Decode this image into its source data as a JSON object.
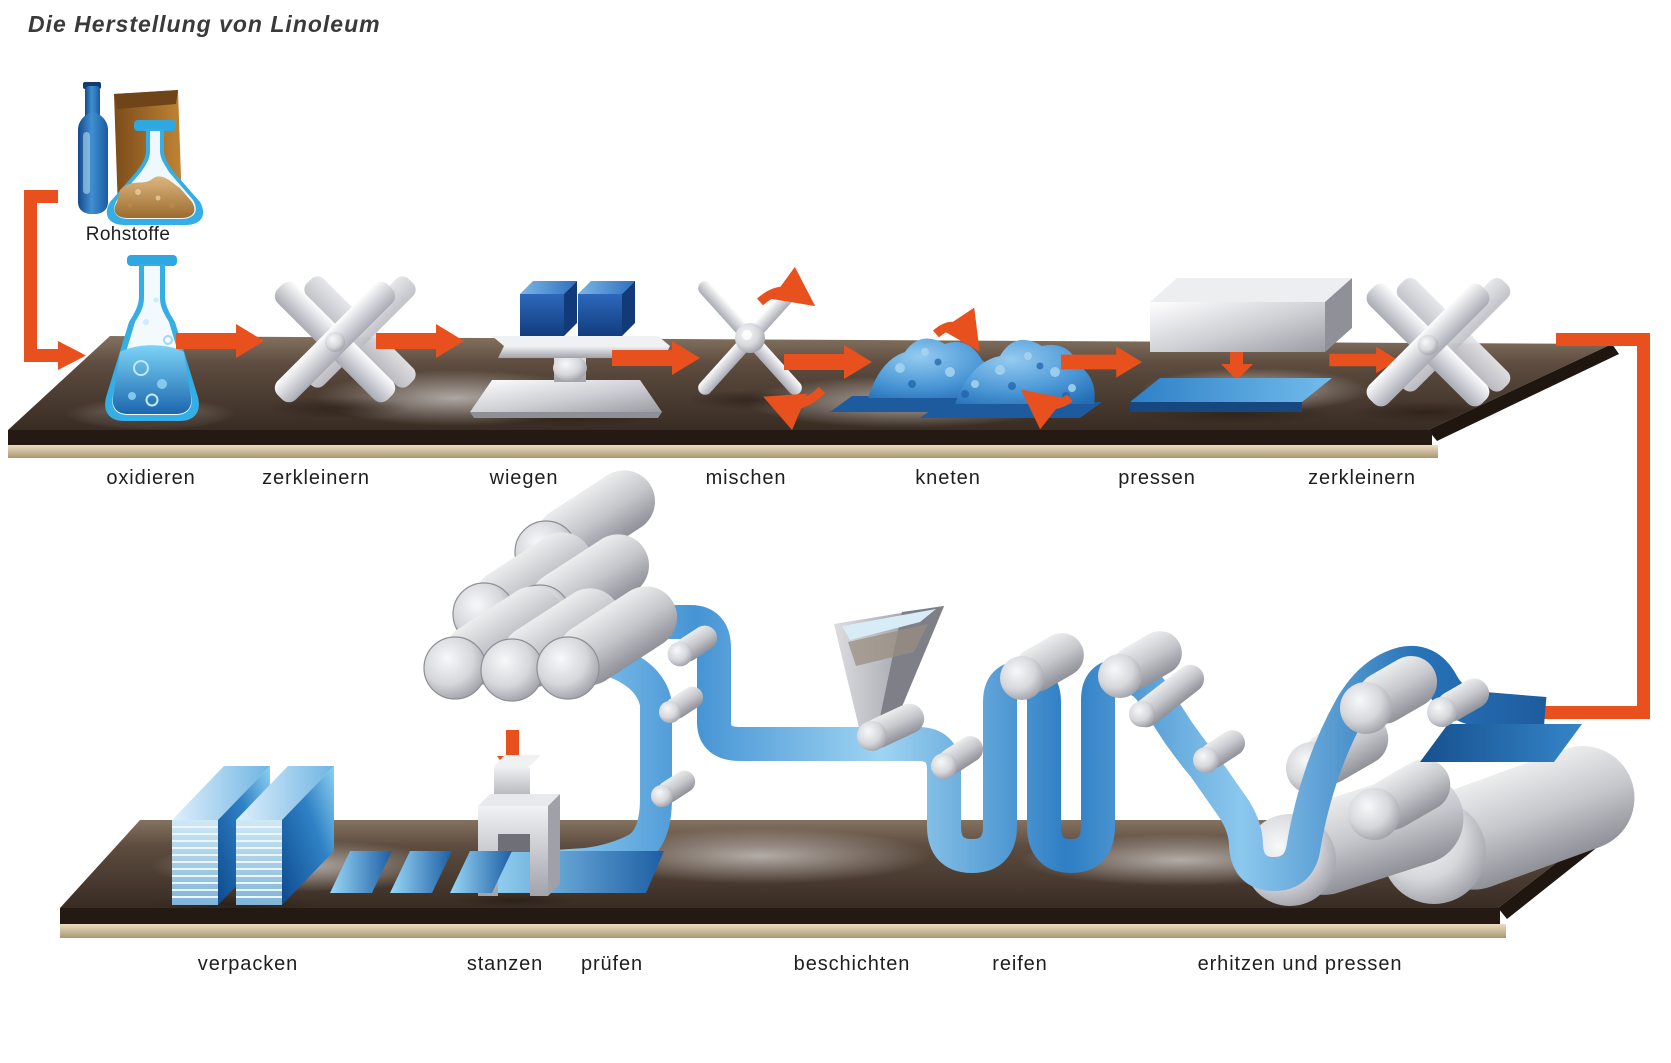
{
  "title": "Die Herstellung von Linoleum",
  "raw_materials_label": "Rohstoffe",
  "top_steps": [
    {
      "label": "oxidieren"
    },
    {
      "label": "zerkleinern"
    },
    {
      "label": "wiegen"
    },
    {
      "label": "mischen"
    },
    {
      "label": "kneten"
    },
    {
      "label": "pressen"
    },
    {
      "label": "zerkleinern"
    }
  ],
  "bottom_steps": [
    {
      "label": "verpacken"
    },
    {
      "label": "stanzen"
    },
    {
      "label": "prüfen"
    },
    {
      "label": "beschichten"
    },
    {
      "label": "reifen"
    },
    {
      "label": "erhitzen und pressen"
    }
  ],
  "colors": {
    "arrow_orange": "#e8511d",
    "web_blue": "#2a7cc2",
    "platform_brown": "#4a3a2e",
    "platform_edge_tan": "#d8c7a6",
    "machine_steel": "#c4c5cb"
  }
}
